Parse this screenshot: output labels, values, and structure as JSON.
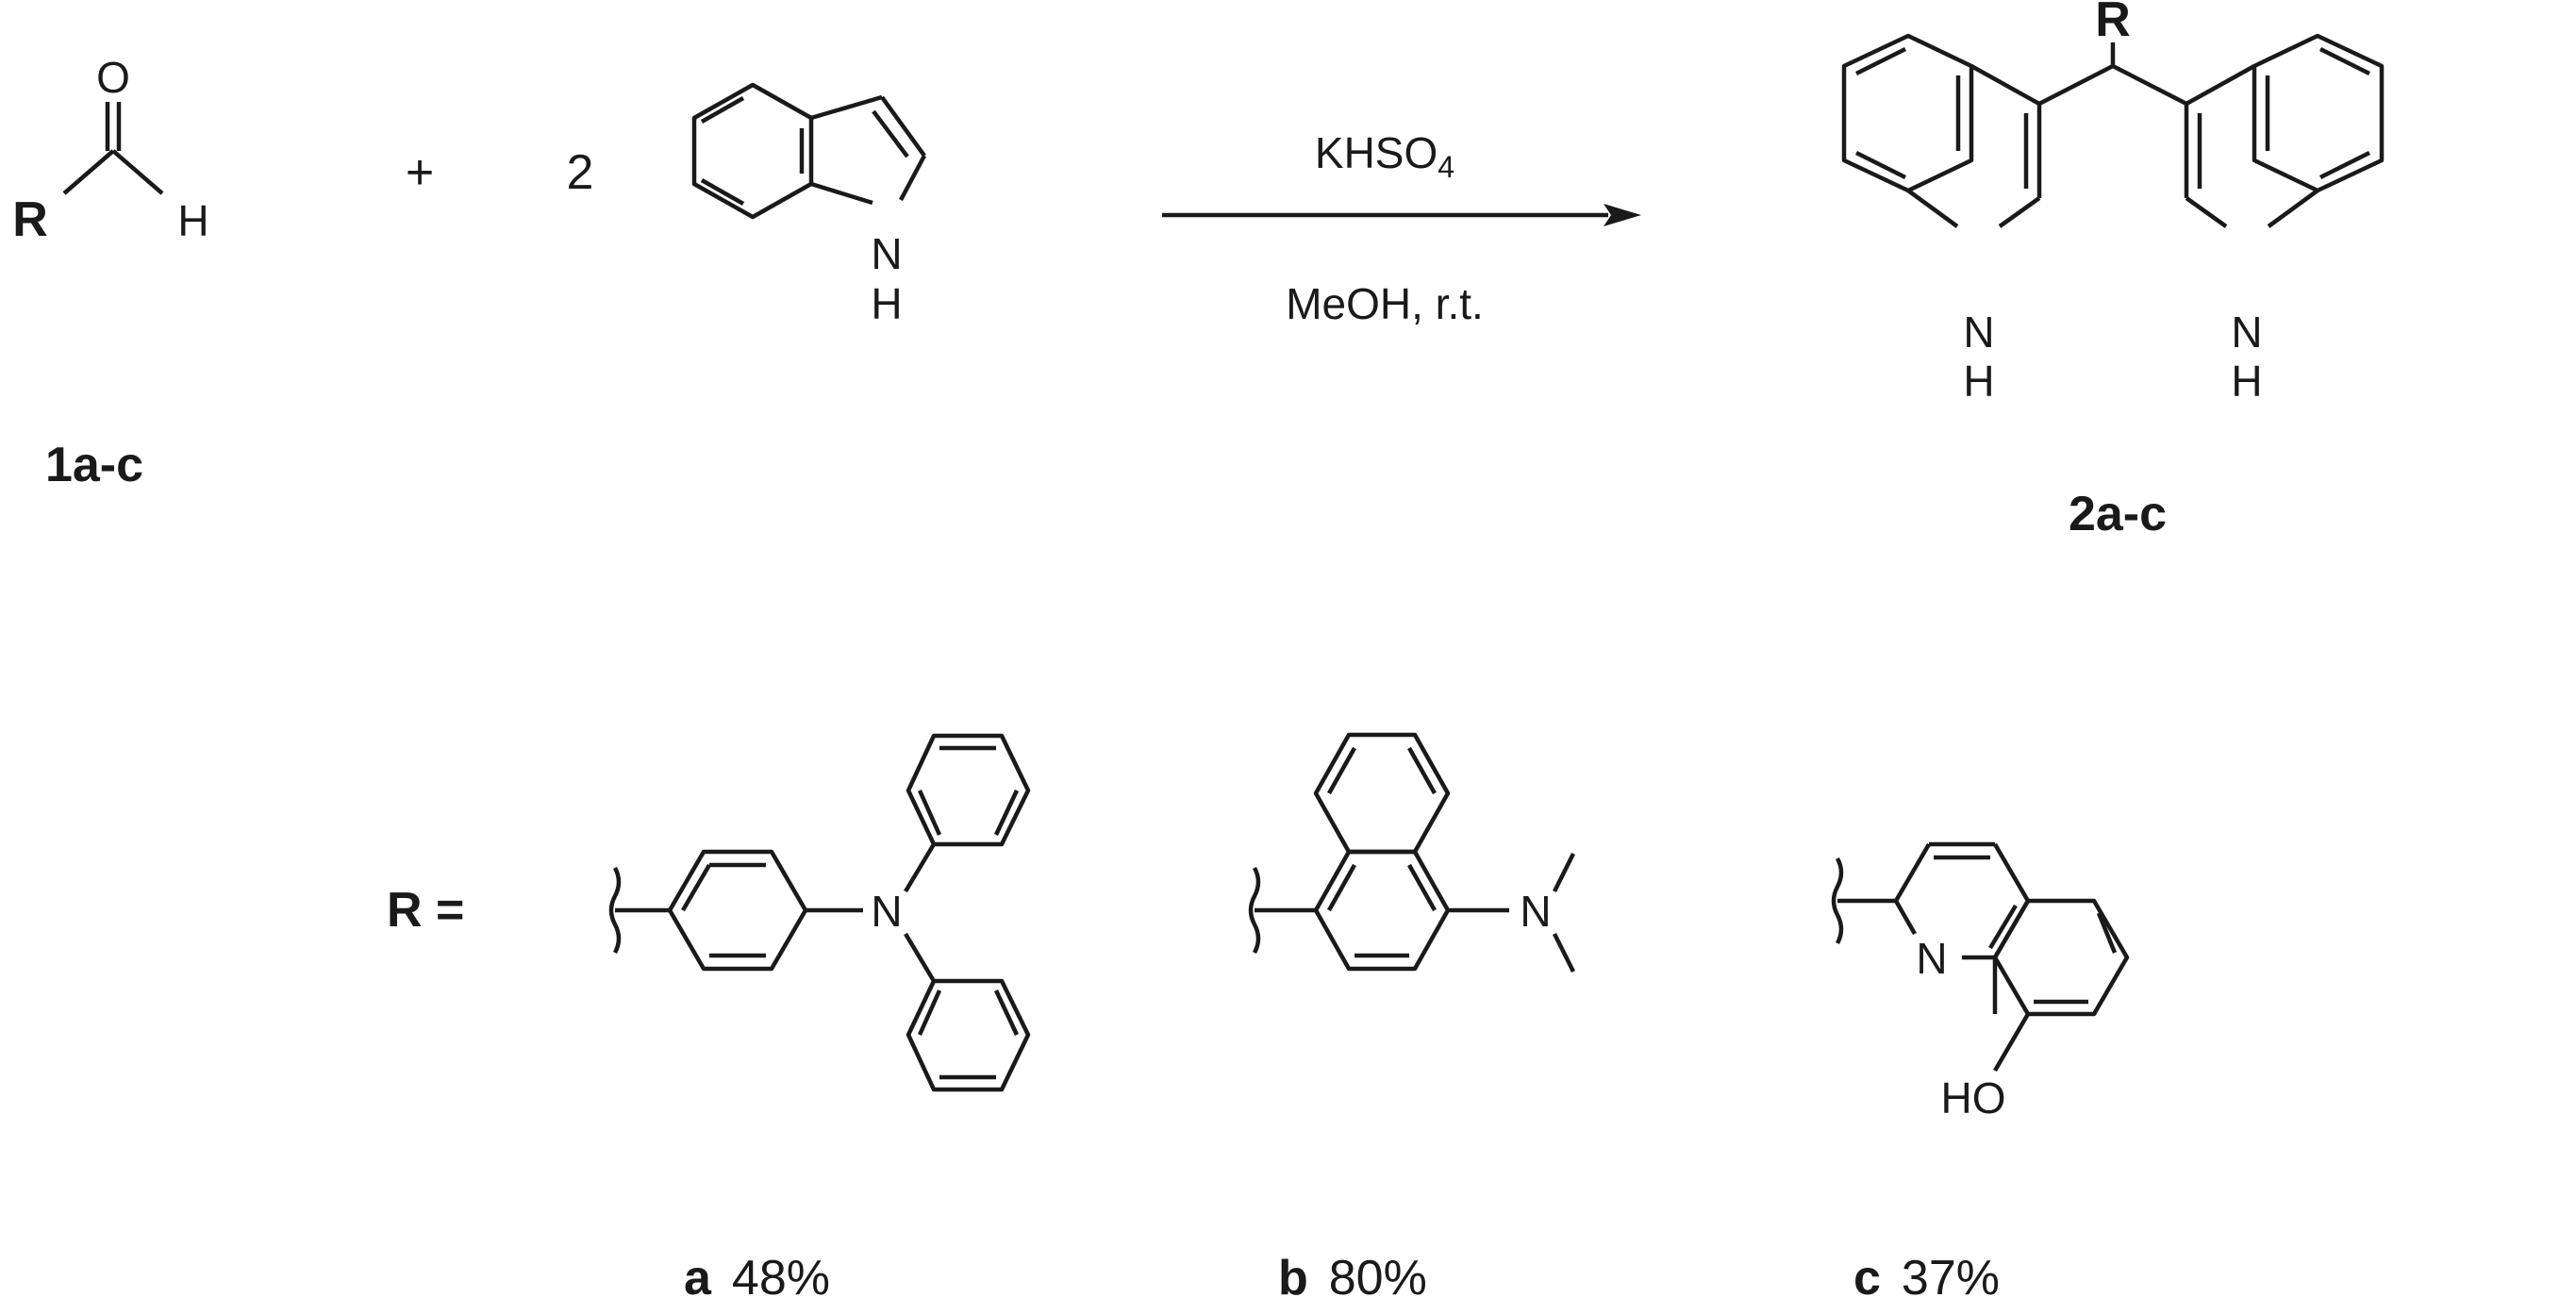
{
  "reactant_1": {
    "oxygen": "O",
    "hydrogen": "H",
    "r_group": "R",
    "label": "1a-c"
  },
  "plus_sign": "+",
  "coefficient": "2",
  "reactant_2": {
    "nitrogen": "N",
    "hydrogen": "H"
  },
  "conditions": {
    "reagent_prefix": "KHSO",
    "reagent_subscript": "4",
    "solvent": "MeOH, r.t."
  },
  "product": {
    "r_group": "R",
    "left_n": "N",
    "left_h": "H",
    "right_n": "N",
    "right_h": "H",
    "label": "2a-c"
  },
  "substituents": {
    "r_equals": "R =",
    "a": {
      "letter": "a",
      "yield": "48%",
      "nitrogen": "N"
    },
    "b": {
      "letter": "b",
      "yield": "80%",
      "nitrogen": "N"
    },
    "c": {
      "letter": "c",
      "yield": "37%",
      "nitrogen": "N",
      "hydroxyl": "HO"
    }
  }
}
